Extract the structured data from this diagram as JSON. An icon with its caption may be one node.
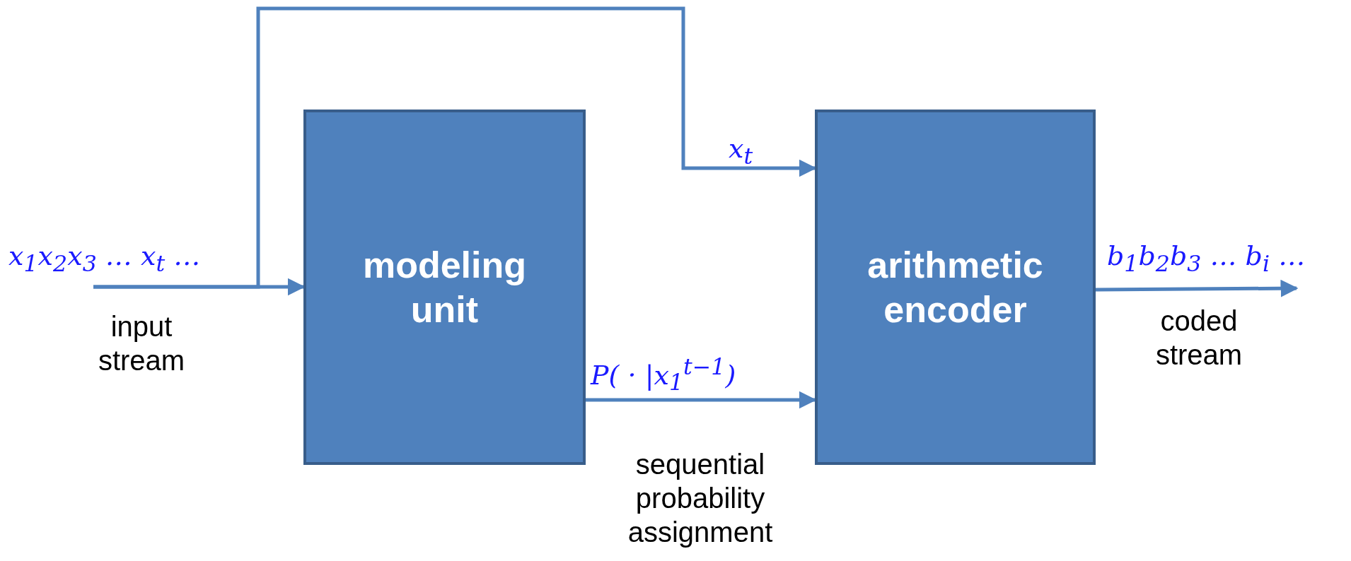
{
  "diagram": {
    "nodes": [
      {
        "text": [
          "modeling unit"
        ]
      },
      {
        "text": [
          "arithmetic encoder"
        ]
      }
    ],
    "edges": [
      {
        "from": null,
        "to": 0,
        "arrow": "to",
        "label": "x$_{1}$x$_{2}$x$_{3}$ … x$_{t}$ …"
      },
      {
        "from": null,
        "to": 1,
        "arrow": "to",
        "label": "x$_{t}$"
      },
      {
        "from": 0,
        "to": 1,
        "arrow": "to",
        "label": "P( · |x$_{1}$$^{t−1}$)"
      },
      {
        "from": 1,
        "to": null,
        "arrow": "to",
        "label": "b$_{1}$b$_{2}$b$_{3}$ … b$_{i}$ …"
      }
    ],
    "labels": [
      "input stream",
      "coded stream",
      "sequential probability assignment"
    ]
  }
}
